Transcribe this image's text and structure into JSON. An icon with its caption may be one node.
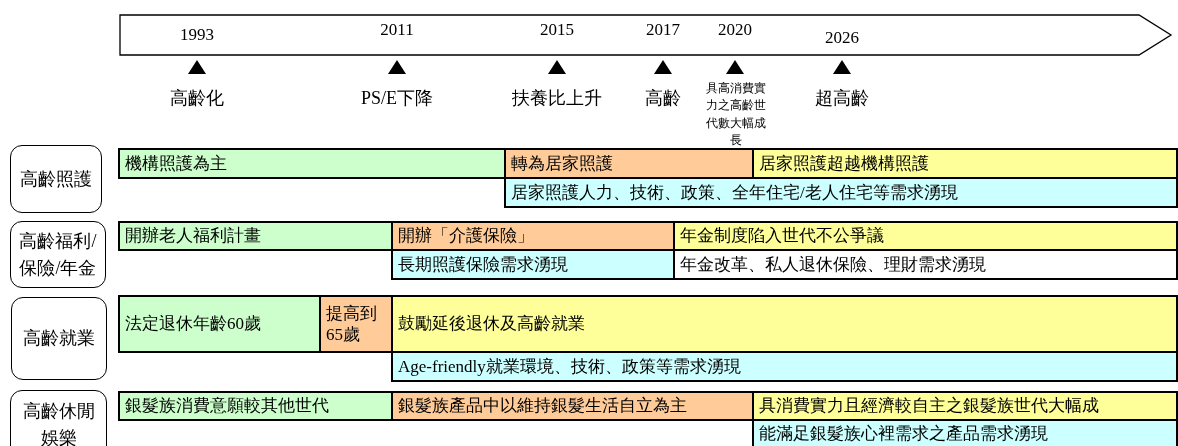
{
  "diagram": {
    "nodes": [
      {
        "text": [
          "高齡照護"
        ]
      },
      {
        "text": [
          "機構照護為主"
        ]
      },
      {
        "text": [
          "轉為居家照護"
        ]
      },
      {
        "text": [
          "居家照護超越機構照護"
        ]
      },
      {
        "text": [
          "居家照護人力、技術、政策、全年住宅/老人住宅等需求湧現"
        ]
      },
      {
        "text": [
          "高齡福利/保險/年金"
        ]
      },
      {
        "text": [
          "開辦老人福利計畫"
        ]
      },
      {
        "text": [
          "開辦「介護保險」"
        ]
      },
      {
        "text": [
          "年金制度陷入世代不公爭議"
        ]
      },
      {
        "text": [
          "長期照護保險需求湧現"
        ]
      },
      {
        "text": [
          "年金改革、私人退休保險、理財需求湧現"
        ]
      },
      {
        "text": [
          "高齡就業"
        ]
      },
      {
        "text": [
          "法定退休年齡60歲"
        ]
      },
      {
        "text": [
          "提高到65歲"
        ]
      },
      {
        "text": [
          "鼓勵延後退休及高齡就業"
        ]
      },
      {
        "text": [
          "Age-friendly就業環境、技術、政策等需求湧現"
        ]
      },
      {
        "text": [
          "高齡休閒娛樂"
        ]
      },
      {
        "text": [
          "銀髮族消費意願較其他世代"
        ]
      },
      {
        "text": [
          "銀髮族產品中以維持銀髮生活自立為主"
        ]
      },
      {
        "text": [
          "具消費實力且經濟較自主之銀髮族世代大幅成"
        ]
      },
      {
        "text": [
          "能滿足銀髮族心裡需求之產品需求湧現"
        ]
      }
    ],
    "labels": [
      "1993",
      "2011",
      "2015",
      "2017",
      "2020",
      "2026",
      "高齡化",
      "PS/E下降",
      "扶養比上升",
      "高齡",
      "具高消費實力之高齡世代數大幅成長",
      "超高齡"
    ]
  }
}
